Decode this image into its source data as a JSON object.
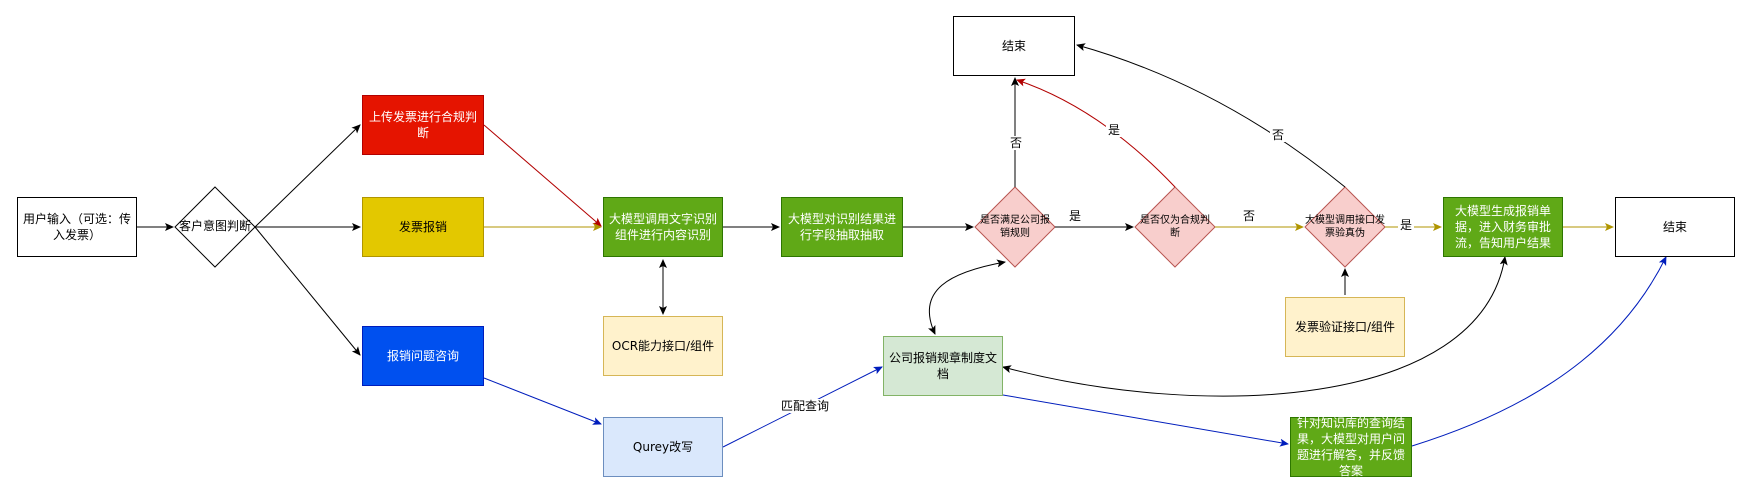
{
  "nodes": {
    "user_input": "用户输入（可选：传入发票）",
    "intent": "客户意图判断",
    "upload_compliance": "上传发票进行合规判断",
    "invoice_reimburse": "发票报销",
    "reimburse_consult": "报销问题咨询",
    "llm_ocr": "大模型调用文字识别组件进行内容识别",
    "ocr_component": "OCR能力接口/组件",
    "field_extract": "大模型对识别结果进行字段抽取抽取",
    "meets_rules": "是否满足公司报销规则",
    "compliance_only": "是否仅为合规判断",
    "verify_invoice": "大模型调用接口发票验真伪",
    "verify_component": "发票验证接口/组件",
    "generate_form": "大模型生成报销单据，进入财务审批流，告知用户结果",
    "end_top": "结束",
    "end_right": "结束",
    "query_rewrite": "Qurey改写",
    "policy_doc": "公司报销规章制度文档",
    "kb_answer": "针对知识库的查询结果，大模型对用户问题进行解答，并反馈答案"
  },
  "edge_labels": {
    "no_1": "否",
    "yes_1": "是",
    "yes_2": "是",
    "no_2": "否",
    "no_3": "否",
    "yes_3": "是",
    "match_query": "匹配查询"
  },
  "colors": {
    "red": "#e51400",
    "yellow_stroke": "#b09500",
    "blue_stroke": "#001dbc",
    "black": "#000000",
    "red_line": "#b20000"
  }
}
